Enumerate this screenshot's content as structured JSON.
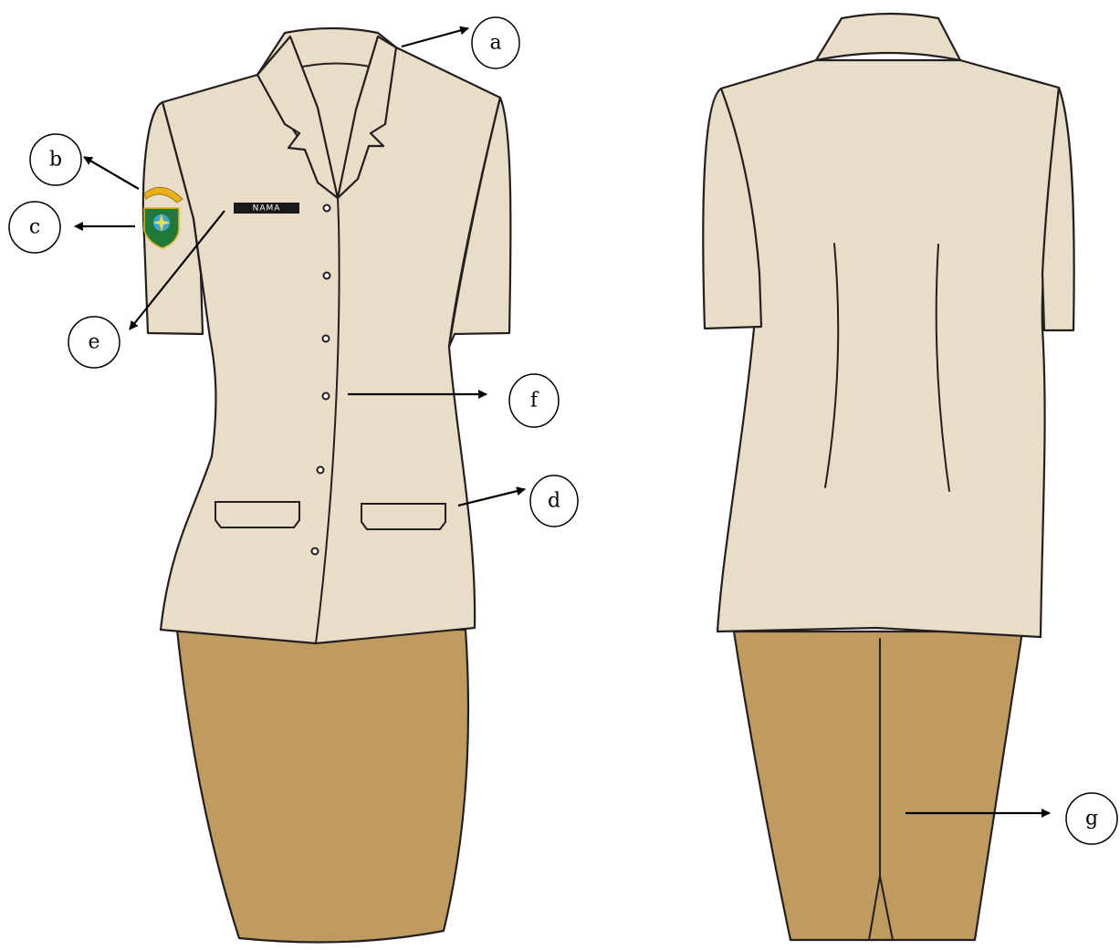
{
  "nametag": {
    "text": "NAMA"
  },
  "callouts": {
    "a": "a",
    "b": "b",
    "c": "c",
    "d": "d",
    "e": "e",
    "f": "f",
    "g": "g"
  },
  "colors": {
    "shirt_fabric": "#e9ddc7",
    "skirt_fabric": "#bf9b5f",
    "outline": "#231f20",
    "nametag_bg": "#1a1a1a",
    "badge_gold": "#e8b11c",
    "emblem_green": "#1f7a3a",
    "emblem_blue": "#3fa7d6"
  },
  "icons": {
    "shoulder_tab": "gold-arc-shoulder-tab",
    "sleeve_emblem": "shield-emblem-icon"
  }
}
